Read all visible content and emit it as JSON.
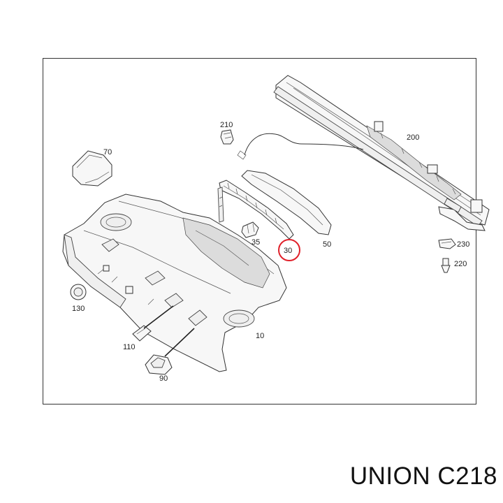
{
  "caption": "UNION C218",
  "highlight_color": "#e0202a",
  "parts": {
    "p10": "10",
    "p30": "30",
    "p35": "35",
    "p50": "50",
    "p70": "70",
    "p90": "90",
    "p110": "110",
    "p130": "130",
    "p200": "200",
    "p210": "210",
    "p220": "220",
    "p230": "230"
  },
  "highlighted_part": "30"
}
